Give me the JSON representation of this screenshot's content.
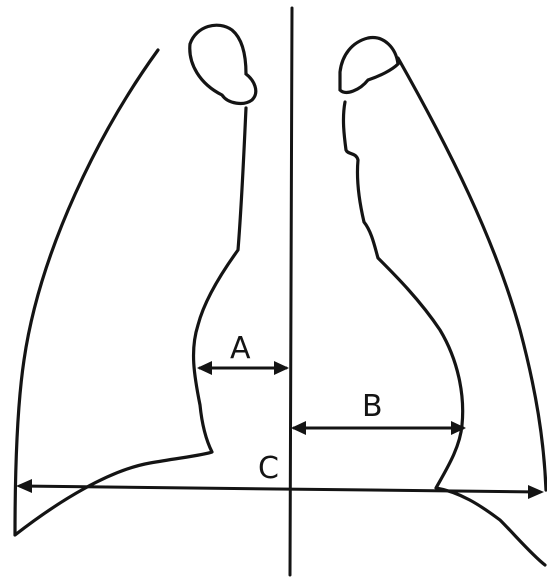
{
  "labels": {
    "a": "A",
    "b": "B",
    "c": "C"
  },
  "colors": {
    "line": "#141414",
    "background": "#ffffff"
  }
}
